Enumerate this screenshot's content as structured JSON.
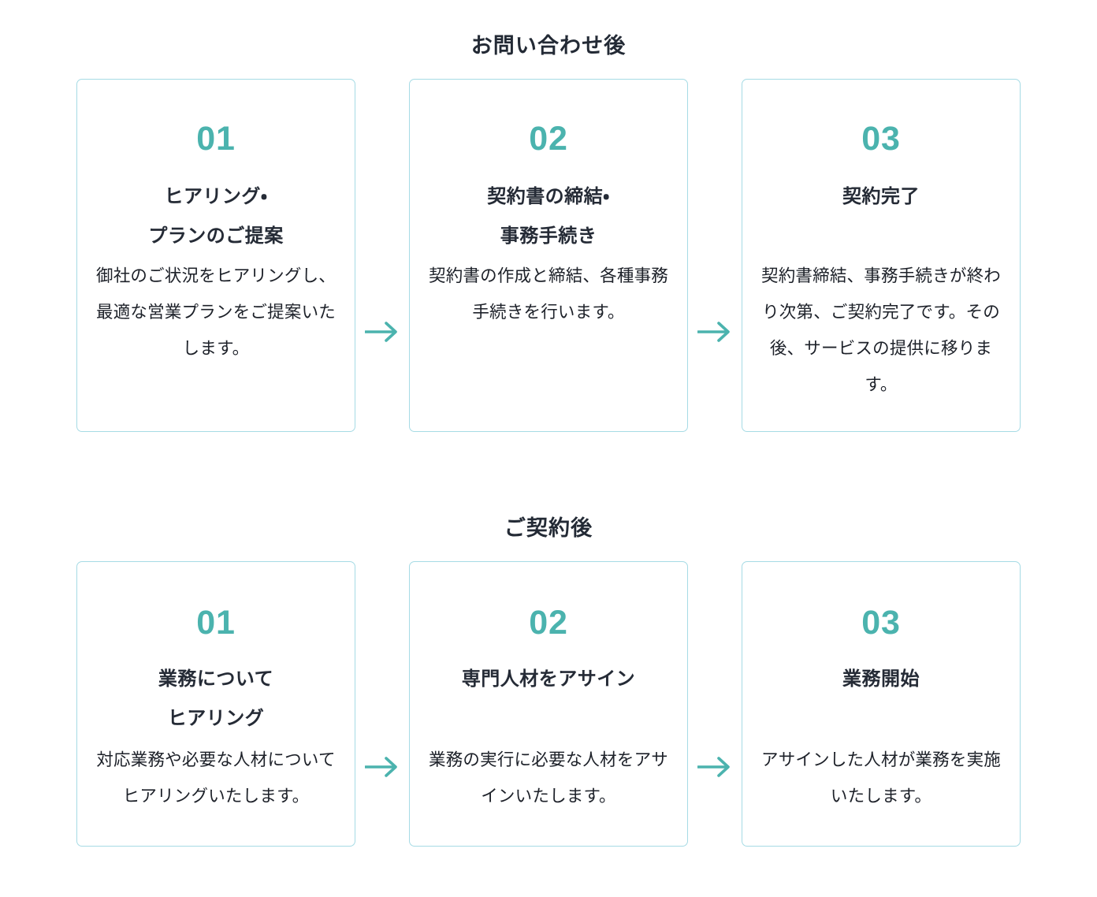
{
  "theme": {
    "accent_teal": "#4bb3ae",
    "card_border": "#a6dbe5",
    "heading_color": "#232a35",
    "body_text_color": "#1d2129",
    "background": "#ffffff"
  },
  "sections": [
    {
      "id": "after-contact",
      "heading": "お問い合わせ後",
      "arrow_icon": "arrow-right-icon",
      "steps": [
        {
          "number": "01",
          "title": "ヒアリング・\nプランのご提案",
          "title_lines": [
            "ヒアリング・",
            "プランのご提案"
          ],
          "description": "御社のご状況をヒアリングし、最適な営業プランをご提案いたします。"
        },
        {
          "number": "02",
          "title": "契約書の締結・\n事務手続き",
          "title_lines": [
            "契約書の締結・",
            "事務手続き"
          ],
          "description": "契約書の作成と締結、各種事務手続きを行います。"
        },
        {
          "number": "03",
          "title": "契約完了",
          "title_lines": [
            "契約完了"
          ],
          "description": "契約書締結、事務手続きが終わり次第、ご契約完了です。その後、サービスの提供に移ります。"
        }
      ]
    },
    {
      "id": "after-contract",
      "heading": "ご契約後",
      "arrow_icon": "arrow-right-icon",
      "steps": [
        {
          "number": "01",
          "title": "業務について\nヒアリング",
          "title_lines": [
            "業務について",
            "ヒアリング"
          ],
          "description": "対応業務や必要な人材についてヒアリングいたします。"
        },
        {
          "number": "02",
          "title": "専門人材をアサイン",
          "title_lines": [
            "専門人材をアサイン"
          ],
          "description": "業務の実行に必要な人材をアサインいたします。"
        },
        {
          "number": "03",
          "title": "業務開始",
          "title_lines": [
            "業務開始"
          ],
          "description": "アサインした人材が業務を実施いたします。"
        }
      ]
    }
  ]
}
